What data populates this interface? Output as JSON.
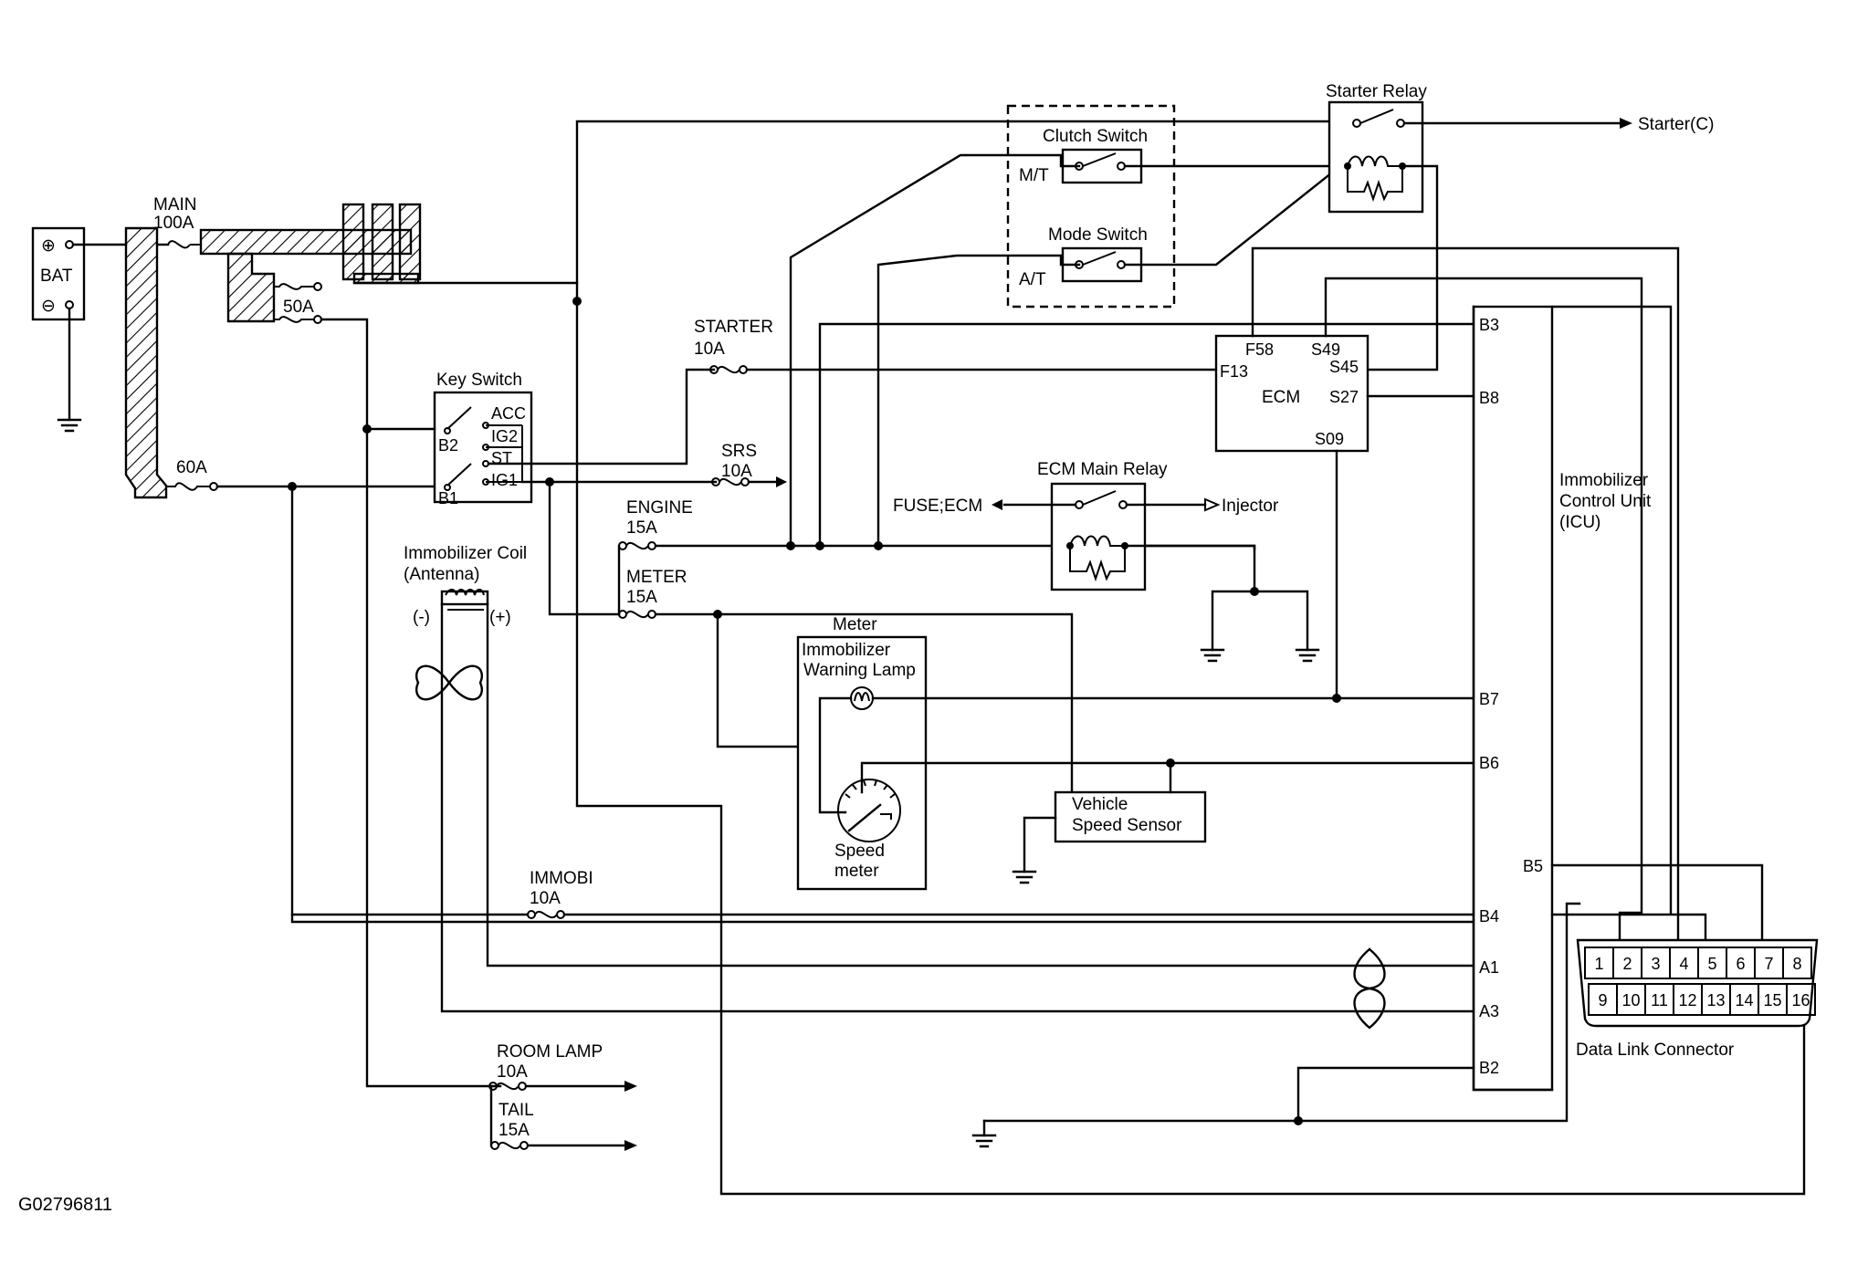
{
  "diagram_id": "G02796811",
  "components": {
    "battery": {
      "label": "BAT",
      "plus": "⊕",
      "minus": "⊖"
    },
    "fuse_main": {
      "name": "MAIN",
      "rating": "100A"
    },
    "fuse_50a": {
      "rating": "50A"
    },
    "fuse_60a": {
      "rating": "60A"
    },
    "key_switch": {
      "label": "Key Switch",
      "pins": {
        "acc": "ACC",
        "ig2": "IG2",
        "st": "ST",
        "ig1": "IG1",
        "b2": "B2",
        "b1": "B1"
      }
    },
    "fuse_starter": {
      "name": "STARTER",
      "rating": "10A"
    },
    "fuse_srs": {
      "name": "SRS",
      "rating": "10A"
    },
    "fuse_engine": {
      "name": "ENGINE",
      "rating": "15A"
    },
    "fuse_meter": {
      "name": "METER",
      "rating": "15A"
    },
    "fuse_immobi": {
      "name": "IMMOBI",
      "rating": "10A"
    },
    "fuse_room_lamp": {
      "name": "ROOM LAMP",
      "rating": "10A"
    },
    "fuse_tail": {
      "name": "TAIL",
      "rating": "15A"
    },
    "clutch_switch": {
      "label": "Clutch Switch",
      "pin": "M/T"
    },
    "mode_switch": {
      "label": "Mode Switch",
      "pin": "A/T"
    },
    "starter_relay": {
      "label": "Starter Relay",
      "output": "Starter(C)"
    },
    "ecm": {
      "label": "ECM",
      "pins": {
        "f58": "F58",
        "s49": "S49",
        "f13": "F13",
        "s45": "S45",
        "s27": "S27",
        "s09": "S09"
      }
    },
    "ecm_main_relay": {
      "label": "ECM Main Relay",
      "input": "FUSE;ECM",
      "output": "Injector"
    },
    "immobilizer_coil": {
      "label_line1": "Immobilizer Coil",
      "label_line2": "(Antenna)",
      "minus": "(-)",
      "plus": "(+)"
    },
    "meter": {
      "label": "Meter",
      "lamp_line1": "Immobilizer",
      "lamp_line2": "Warning Lamp",
      "speed_line1": "Speed",
      "speed_line2": "meter"
    },
    "vss": {
      "label_line1": "Vehicle",
      "label_line2": "Speed Sensor"
    },
    "icu": {
      "label_line1": "Immobilizer",
      "label_line2": "Control Unit",
      "label_line3": "(ICU)",
      "pins": {
        "b3": "B3",
        "b8": "B8",
        "b7": "B7",
        "b6": "B6",
        "b5": "B5",
        "b4": "B4",
        "a1": "A1",
        "a3": "A3",
        "b2": "B2"
      }
    },
    "dlc": {
      "label": "Data Link Connector",
      "top_pins": [
        "1",
        "2",
        "3",
        "4",
        "5",
        "6",
        "7",
        "8"
      ],
      "bottom_pins": [
        "9",
        "10",
        "11",
        "12",
        "13",
        "14",
        "15",
        "16"
      ]
    }
  }
}
